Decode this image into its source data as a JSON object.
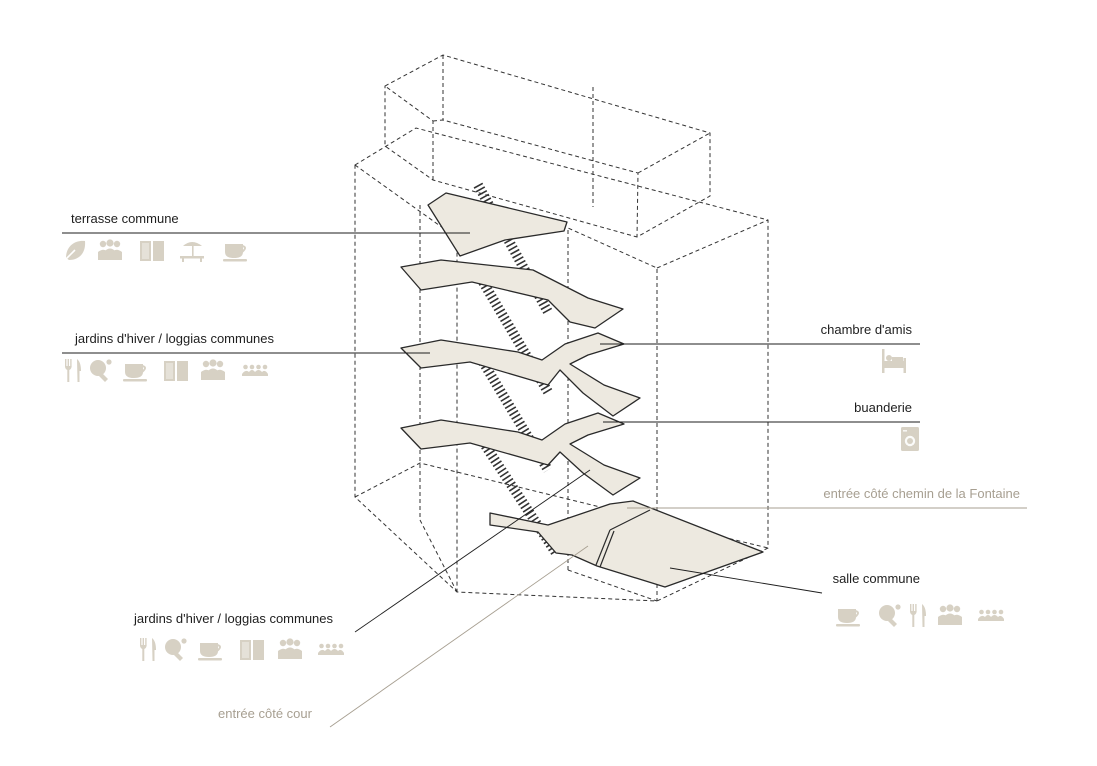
{
  "colors": {
    "ink": "#1e1e1e",
    "muted": "#a79f91",
    "floor_fill": "#ede9e0",
    "icon": "#d7d1c4"
  },
  "labels": {
    "terrasse": "terrasse commune",
    "jardins_upper": "jardins d'hiver / loggias communes",
    "chambre": "chambre d'amis",
    "buanderie": "buanderie",
    "entree_fontaine": "entrée côté chemin de la Fontaine",
    "salle": "salle commune",
    "jardins_lower": "jardins d'hiver / loggias communes",
    "entree_cour": "entrée côté cour"
  },
  "icon_groups": {
    "terrasse": [
      "leaf-icon",
      "people-icon",
      "book-icon",
      "sunbed-icon",
      "cup-icon"
    ],
    "jardins_upper": [
      "cutlery-icon",
      "ping-pong-icon",
      "cup-icon",
      "book-icon",
      "people-icon",
      "children-icon"
    ],
    "chambre": [
      "bed-icon"
    ],
    "buanderie": [
      "washing-machine-icon"
    ],
    "salle": [
      "cup-icon",
      "ping-pong-icon",
      "cutlery-icon",
      "people-icon",
      "children-icon"
    ],
    "jardins_lower": [
      "cutlery-icon",
      "ping-pong-icon",
      "cup-icon",
      "book-icon",
      "people-icon",
      "children-icon"
    ]
  }
}
